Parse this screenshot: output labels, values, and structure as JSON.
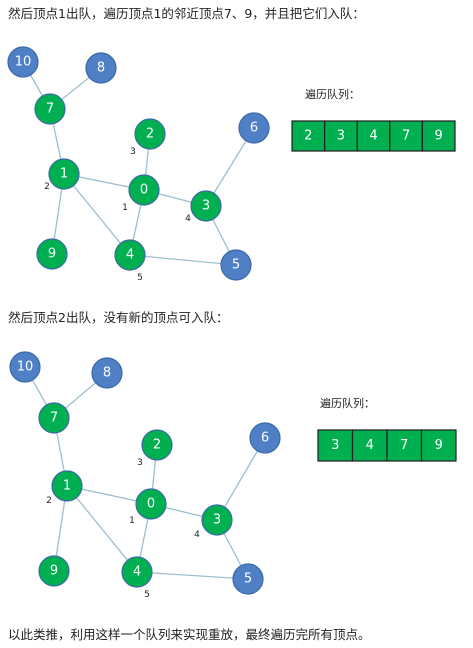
{
  "paragraphs": {
    "p1": "然后顶点1出队，遍历顶点1的邻近顶点7、9，并且把它们入队：",
    "p2": "然后顶点2出队，没有新的顶点可入队：",
    "p3": "以此类推，利用这样一个队列来实现重放，最终遍历完所有顶点。"
  },
  "colors": {
    "visited": "#00b050",
    "unvisited": "#4f7fc4",
    "edge": "#9dbfd0"
  },
  "figures": [
    {
      "queue_title": "遍历队列：",
      "queue": [
        "2",
        "3",
        "4",
        "7",
        "9"
      ],
      "nodes": [
        {
          "id": "10",
          "state": "unvisited"
        },
        {
          "id": "8",
          "state": "unvisited"
        },
        {
          "id": "7",
          "state": "visited"
        },
        {
          "id": "2",
          "state": "visited"
        },
        {
          "id": "6",
          "state": "unvisited"
        },
        {
          "id": "1",
          "state": "visited"
        },
        {
          "id": "0",
          "state": "visited"
        },
        {
          "id": "3",
          "state": "visited"
        },
        {
          "id": "9",
          "state": "visited"
        },
        {
          "id": "4",
          "state": "visited"
        },
        {
          "id": "5",
          "state": "unvisited"
        }
      ],
      "edges": [
        [
          "10",
          "7"
        ],
        [
          "8",
          "7"
        ],
        [
          "7",
          "1"
        ],
        [
          "1",
          "0"
        ],
        [
          "1",
          "9"
        ],
        [
          "1",
          "4"
        ],
        [
          "2",
          "0"
        ],
        [
          "0",
          "4"
        ],
        [
          "0",
          "3"
        ],
        [
          "6",
          "3"
        ],
        [
          "3",
          "5"
        ],
        [
          "4",
          "5"
        ]
      ],
      "edge_labels": [
        "3",
        "2",
        "1",
        "4",
        "5"
      ]
    },
    {
      "queue_title": "遍历队列：",
      "queue": [
        "3",
        "4",
        "7",
        "9"
      ],
      "nodes": [
        {
          "id": "10",
          "state": "unvisited"
        },
        {
          "id": "8",
          "state": "unvisited"
        },
        {
          "id": "7",
          "state": "visited"
        },
        {
          "id": "2",
          "state": "visited"
        },
        {
          "id": "6",
          "state": "unvisited"
        },
        {
          "id": "1",
          "state": "visited"
        },
        {
          "id": "0",
          "state": "visited"
        },
        {
          "id": "3",
          "state": "visited"
        },
        {
          "id": "9",
          "state": "visited"
        },
        {
          "id": "4",
          "state": "visited"
        },
        {
          "id": "5",
          "state": "unvisited"
        }
      ],
      "edges": [
        [
          "10",
          "7"
        ],
        [
          "8",
          "7"
        ],
        [
          "7",
          "1"
        ],
        [
          "1",
          "0"
        ],
        [
          "1",
          "9"
        ],
        [
          "1",
          "4"
        ],
        [
          "2",
          "0"
        ],
        [
          "0",
          "4"
        ],
        [
          "0",
          "3"
        ],
        [
          "6",
          "3"
        ],
        [
          "3",
          "5"
        ],
        [
          "4",
          "5"
        ]
      ],
      "edge_labels": [
        "3",
        "2",
        "1",
        "4",
        "5"
      ]
    }
  ]
}
